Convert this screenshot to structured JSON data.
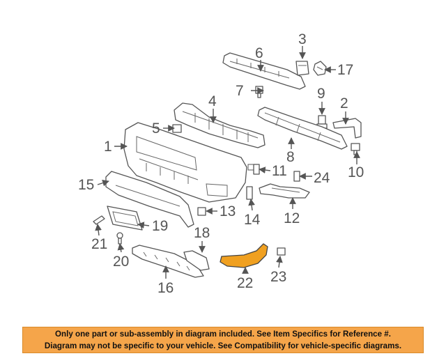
{
  "callouts": {
    "c1": "1",
    "c2": "2",
    "c3": "3",
    "c4": "4",
    "c5": "5",
    "c6": "6",
    "c7": "7",
    "c8": "8",
    "c9": "9",
    "c10": "10",
    "c11": "11",
    "c12": "12",
    "c13": "13",
    "c14": "14",
    "c15": "15",
    "c16": "16",
    "c17": "17",
    "c18": "18",
    "c19": "19",
    "c20": "20",
    "c21": "21",
    "c22": "22",
    "c23": "23",
    "c24": "24"
  },
  "highlighted_part": "22",
  "colors": {
    "highlight": "#f0a020",
    "footer_background": "#f5a54a",
    "line": "#555555"
  },
  "footer": {
    "line1": "Only one part or sub-assembly in diagram included. See Item Specifics for Reference #.",
    "line2": "Diagram may not be specific to your vehicle. See Compatibility for vehicle-specific diagrams."
  }
}
